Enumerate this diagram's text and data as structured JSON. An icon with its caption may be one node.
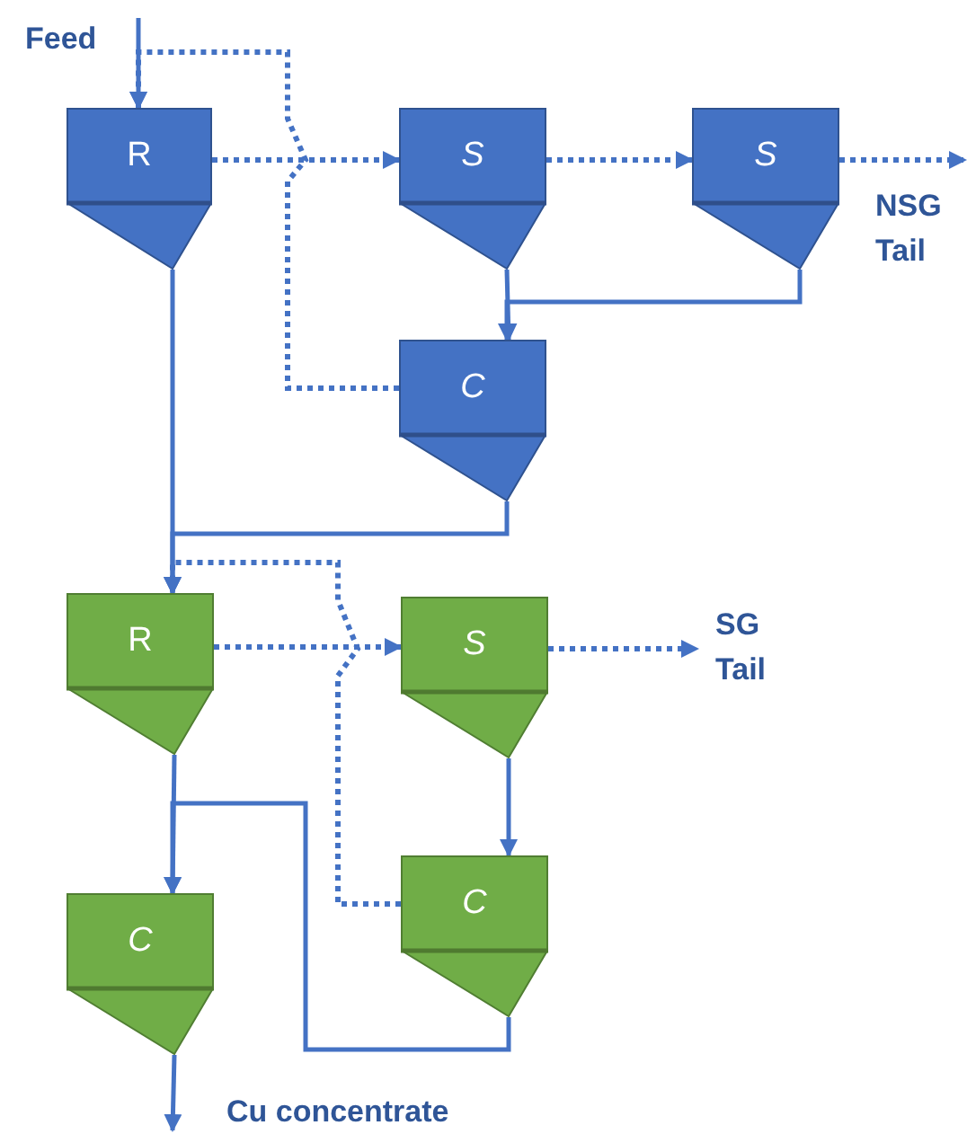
{
  "diagram": {
    "nodes": [
      {
        "text": [
          "R"
        ]
      },
      {
        "text": [
          "S"
        ]
      },
      {
        "text": [
          "S"
        ]
      },
      {
        "text": [
          "NSG Tail"
        ]
      },
      {
        "text": [
          "C"
        ]
      },
      {
        "text": [
          "R"
        ]
      },
      {
        "text": [
          "S"
        ]
      },
      {
        "text": [
          "SG Tail"
        ]
      },
      {
        "text": [
          "C"
        ]
      },
      {
        "text": [
          "C"
        ]
      },
      {
        "text": [
          "Cu concentrate"
        ]
      }
    ],
    "edges": [
      {
        "from": null,
        "to": 0,
        "arrow": "to"
      },
      {
        "from": 0,
        "to": 1,
        "arrow": "to",
        "style": "dashed"
      },
      {
        "from": 1,
        "to": 2,
        "arrow": "to",
        "style": "dashed"
      },
      {
        "from": 2,
        "to": 3,
        "arrow": "to",
        "style": "dashed"
      },
      {
        "from": 1,
        "to": 4,
        "arrow": "to"
      },
      {
        "from": 2,
        "to": 4,
        "arrow": "to"
      },
      {
        "from": 4,
        "to": 0,
        "arrow": "to",
        "style": "dashed"
      },
      {
        "from": 0,
        "to": 5,
        "arrow": "to"
      },
      {
        "from": 4,
        "to": 5,
        "arrow": "to"
      },
      {
        "from": 5,
        "to": 6,
        "arrow": "to",
        "style": "dashed"
      },
      {
        "from": 6,
        "to": 7,
        "arrow": "to",
        "style": "dashed"
      },
      {
        "from": 6,
        "to": 9,
        "arrow": "to"
      },
      {
        "from": 9,
        "to": 5,
        "arrow": "to",
        "style": "dashed"
      },
      {
        "from": 5,
        "to": 8,
        "arrow": "to"
      },
      {
        "from": 9,
        "to": 8,
        "arrow": "to"
      },
      {
        "from": 8,
        "to": 10,
        "arrow": "to"
      }
    ],
    "labels": [
      "Feed"
    ]
  }
}
